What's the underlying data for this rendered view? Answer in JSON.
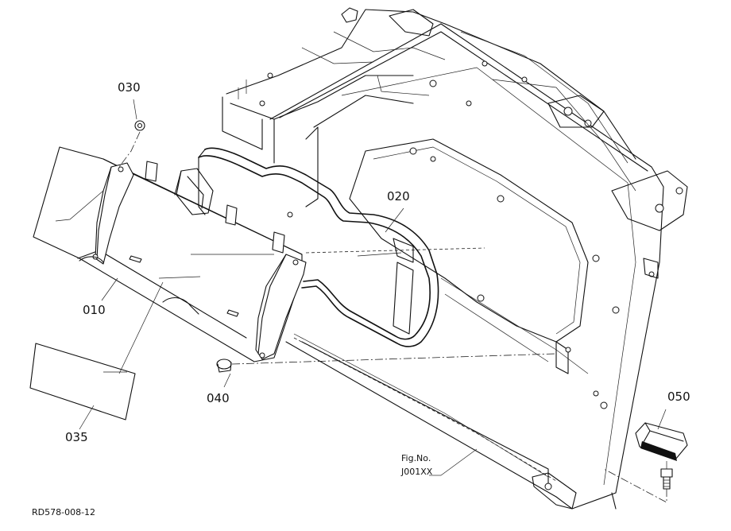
{
  "callouts": {
    "p010": "010",
    "p020": "020",
    "p030": "030",
    "p035": "035",
    "p040": "040",
    "p050": "050"
  },
  "figure_ref": {
    "line1": "Fig.No.",
    "line2": "J001XX"
  },
  "drawing_code": "RD578-008-12"
}
